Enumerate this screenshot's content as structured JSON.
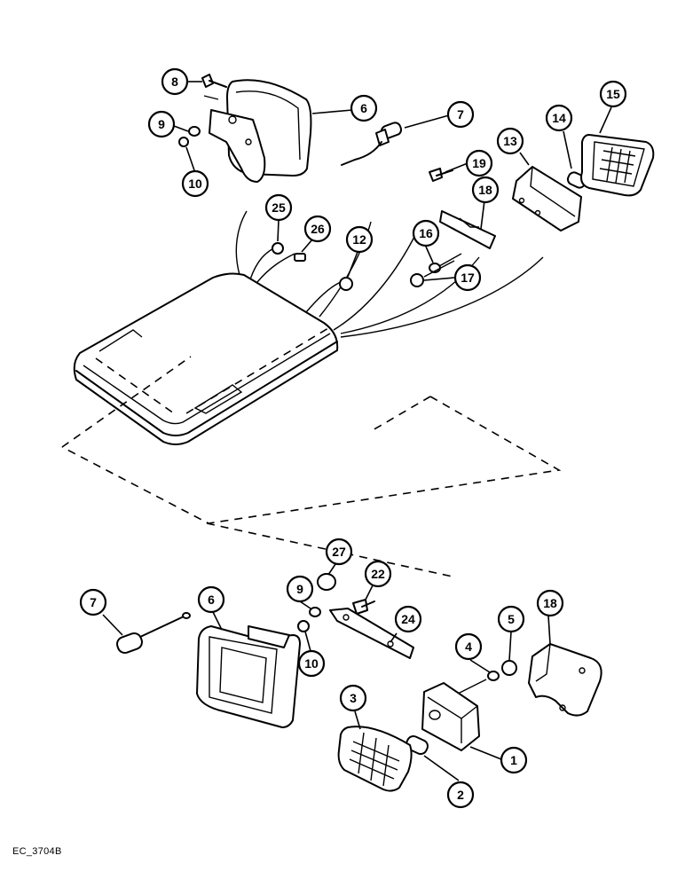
{
  "figure_code": "EC_3704B",
  "callouts": [
    {
      "id": "c8",
      "label": "8"
    },
    {
      "id": "c6a",
      "label": "6"
    },
    {
      "id": "c7a",
      "label": "7"
    },
    {
      "id": "c9a",
      "label": "9"
    },
    {
      "id": "c10a",
      "label": "10"
    },
    {
      "id": "c15",
      "label": "15"
    },
    {
      "id": "c14",
      "label": "14"
    },
    {
      "id": "c13",
      "label": "13"
    },
    {
      "id": "c19",
      "label": "19"
    },
    {
      "id": "c18a",
      "label": "18"
    },
    {
      "id": "c25",
      "label": "25"
    },
    {
      "id": "c26",
      "label": "26"
    },
    {
      "id": "c12",
      "label": "12"
    },
    {
      "id": "c16",
      "label": "16"
    },
    {
      "id": "c17",
      "label": "17"
    },
    {
      "id": "c27",
      "label": "27"
    },
    {
      "id": "c22",
      "label": "22"
    },
    {
      "id": "c7b",
      "label": "7"
    },
    {
      "id": "c6b",
      "label": "6"
    },
    {
      "id": "c9b",
      "label": "9"
    },
    {
      "id": "c10b",
      "label": "10"
    },
    {
      "id": "c24",
      "label": "24"
    },
    {
      "id": "c4",
      "label": "4"
    },
    {
      "id": "c5",
      "label": "5"
    },
    {
      "id": "c18b",
      "label": "18"
    },
    {
      "id": "c3",
      "label": "3"
    },
    {
      "id": "c1",
      "label": "1"
    },
    {
      "id": "c2",
      "label": "2"
    }
  ]
}
